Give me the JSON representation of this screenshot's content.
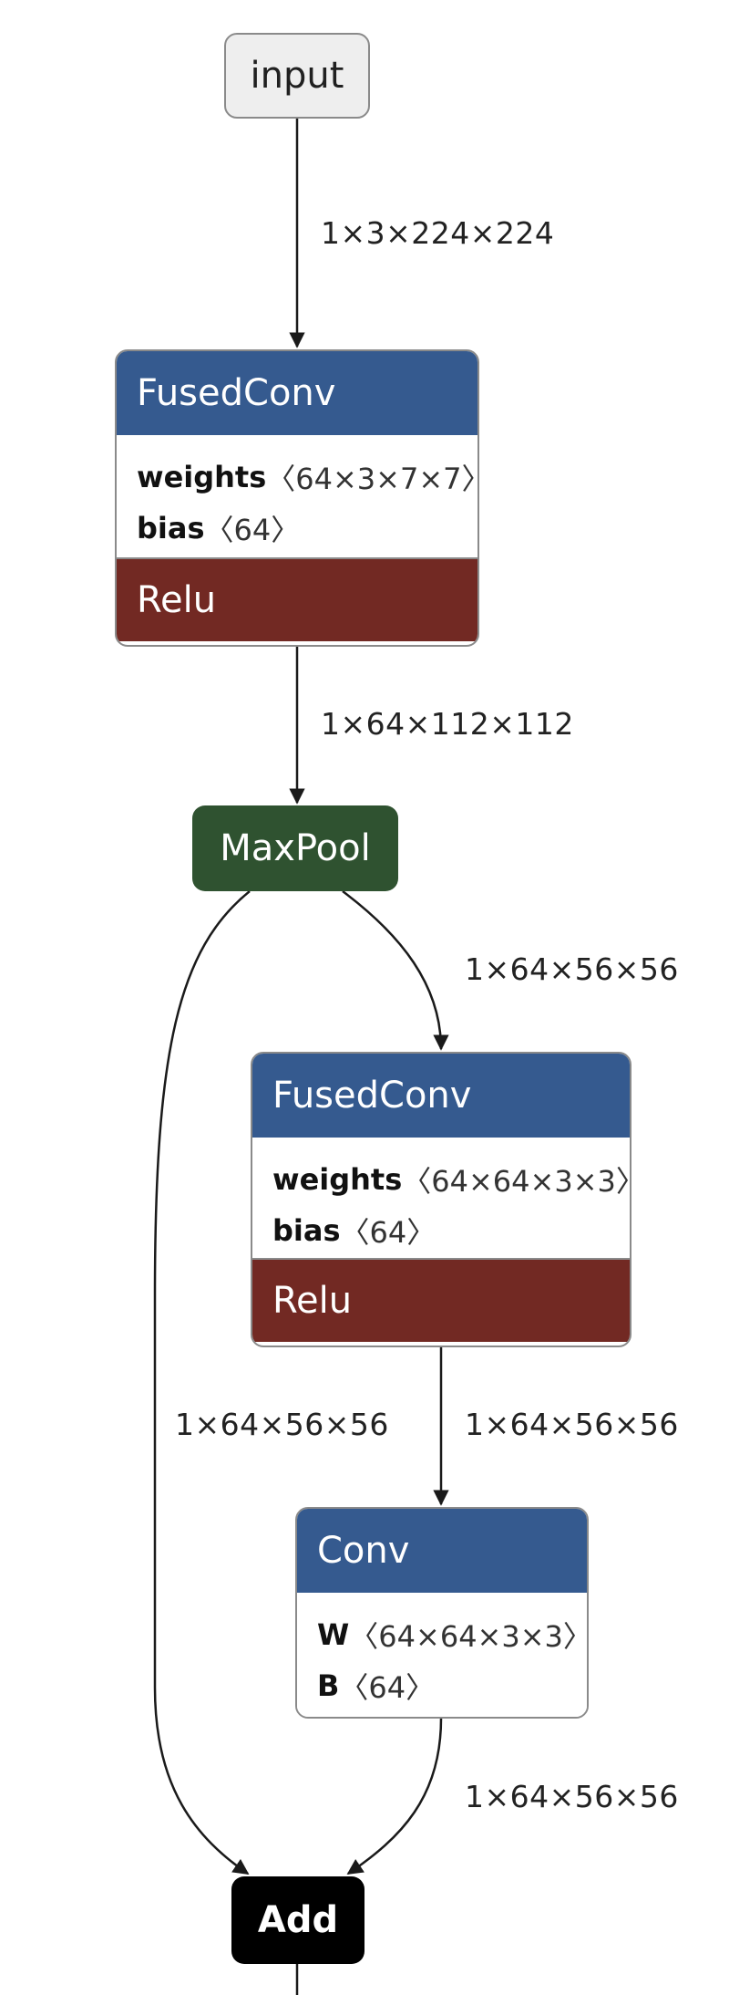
{
  "nodes": {
    "input": {
      "label": "input"
    },
    "fused_conv_1": {
      "type": "FusedConv",
      "attributes": [
        {
          "name": "weights",
          "value": "〈64×3×7×7〉"
        },
        {
          "name": "bias",
          "value": "〈64〉"
        }
      ],
      "activation": "Relu"
    },
    "maxpool": {
      "type": "MaxPool"
    },
    "fused_conv_2": {
      "type": "FusedConv",
      "attributes": [
        {
          "name": "weights",
          "value": "〈64×64×3×3〉"
        },
        {
          "name": "bias",
          "value": "〈64〉"
        }
      ],
      "activation": "Relu"
    },
    "conv": {
      "type": "Conv",
      "attributes": [
        {
          "name": "W",
          "value": "〈64×64×3×3〉"
        },
        {
          "name": "B",
          "value": "〈64〉"
        }
      ]
    },
    "add": {
      "type": "Add"
    }
  },
  "edges": {
    "input_to_fused1": "1×3×224×224",
    "fused1_to_maxpool": "1×64×112×112",
    "maxpool_to_fused2": "1×64×56×56",
    "maxpool_to_add": "1×64×56×56",
    "fused2_to_conv": "1×64×56×56",
    "conv_to_add": "1×64×56×56"
  },
  "colors": {
    "conv_header": "#355a8f",
    "activation_footer": "#722923",
    "maxpool": "#2f5230",
    "add": "#000000",
    "input_fill": "#eeeeee",
    "edge": "#1a1a1a"
  }
}
